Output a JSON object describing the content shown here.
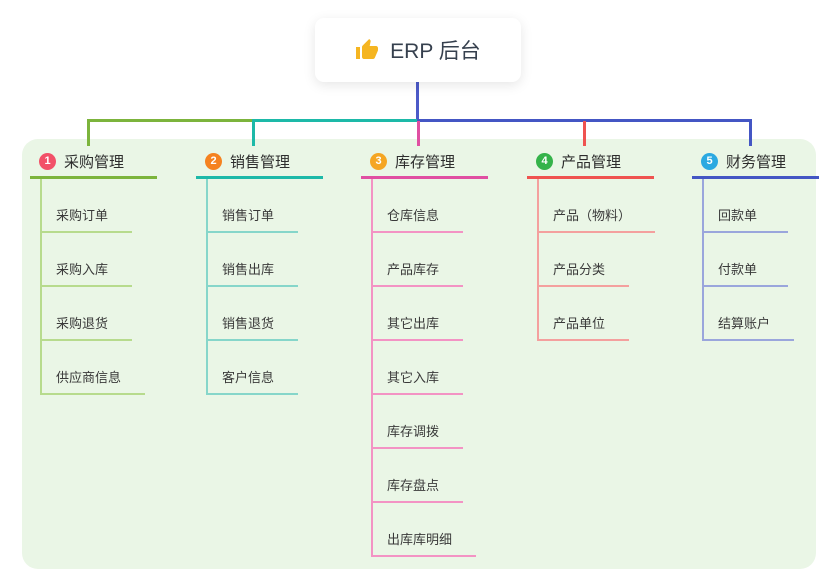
{
  "root": {
    "icon": "thumbs-up",
    "label": "ERP 后台",
    "connector_color": "#4c5ac8"
  },
  "branches": [
    {
      "number": "1",
      "label": "采购管理",
      "badge_color": "#f25168",
      "line_color": "#7cb43c",
      "child_line_color": "#b7db8d",
      "children": [
        "采购订单",
        "采购入库",
        "采购退货",
        "供应商信息"
      ]
    },
    {
      "number": "2",
      "label": "销售管理",
      "badge_color": "#f58220",
      "line_color": "#1db9a8",
      "child_line_color": "#86d6ca",
      "children": [
        "销售订单",
        "销售出库",
        "销售退货",
        "客户信息"
      ]
    },
    {
      "number": "3",
      "label": "库存管理",
      "badge_color": "#f5a623",
      "line_color": "#e04fa2",
      "child_line_color": "#f393c4",
      "children": [
        "仓库信息",
        "产品库存",
        "其它出库",
        "其它入库",
        "库存调拨",
        "库存盘点",
        "出库库明细"
      ]
    },
    {
      "number": "4",
      "label": "产品管理",
      "badge_color": "#35b34a",
      "line_color": "#ef5350",
      "child_line_color": "#f4a09e",
      "children": [
        "产品（物料）",
        "产品分类",
        "产品单位"
      ]
    },
    {
      "number": "5",
      "label": "财务管理",
      "badge_color": "#2ba9e1",
      "line_color": "#4456c4",
      "child_line_color": "#9aa6dc",
      "children": [
        "回款单",
        "付款单",
        "结算账户"
      ]
    }
  ]
}
